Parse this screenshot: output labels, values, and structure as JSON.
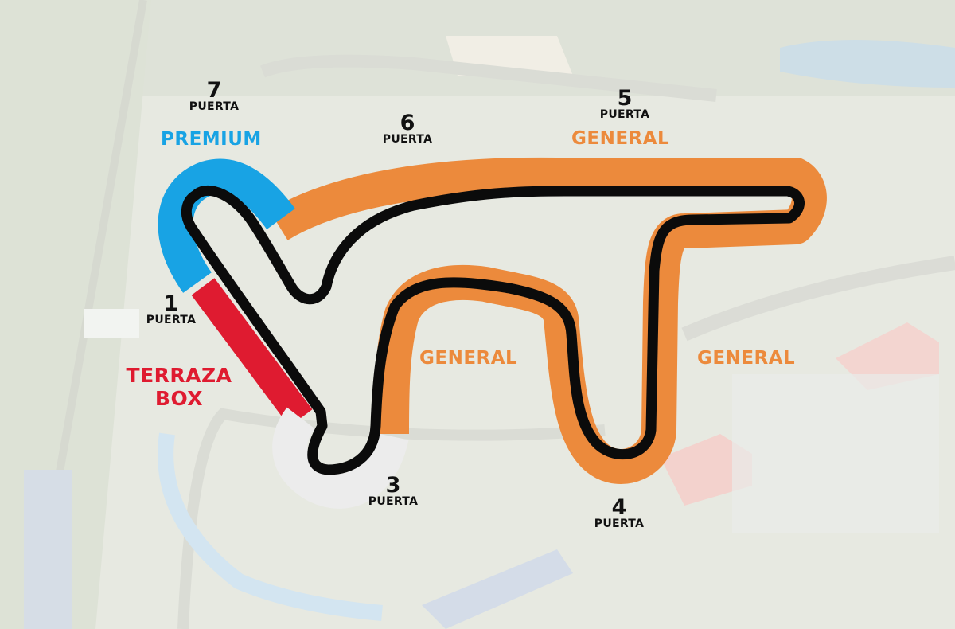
{
  "colors": {
    "premium": "#18a3e4",
    "general": "#ec8a3c",
    "terraza_box": "#df1b30",
    "gate_3_zone": "#ececec",
    "track_line": "#0b0b0b"
  },
  "gates": [
    {
      "number": "7",
      "word": "PUERTA"
    },
    {
      "number": "6",
      "word": "PUERTA"
    },
    {
      "number": "5",
      "word": "PUERTA"
    },
    {
      "number": "1",
      "word": "PUERTA"
    },
    {
      "number": "3",
      "word": "PUERTA"
    },
    {
      "number": "4",
      "word": "PUERTA"
    }
  ],
  "zones": {
    "premium": "PREMIUM",
    "general_top": "GENERAL",
    "general_mid": "GENERAL",
    "general_right": "GENERAL",
    "terraza_line1": "TERRAZA",
    "terraza_line2": "BOX"
  }
}
